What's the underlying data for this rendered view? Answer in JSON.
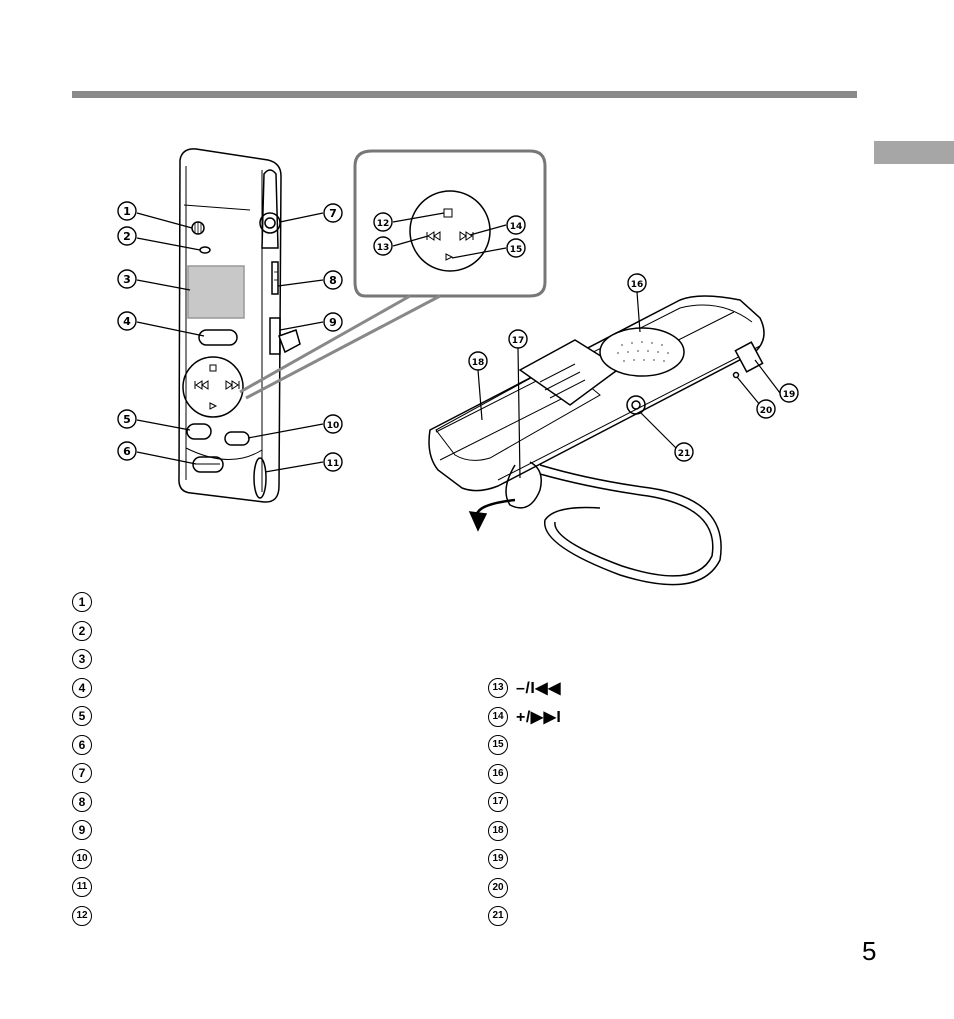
{
  "page": {
    "page_number": "5"
  },
  "callouts": {
    "c1": "1",
    "c2": "2",
    "c3": "3",
    "c4": "4",
    "c5": "5",
    "c6": "6",
    "c7": "7",
    "c8": "8",
    "c9": "9",
    "c10": "10",
    "c11": "11",
    "c12": "12",
    "c13": "13",
    "c14": "14",
    "c15": "15",
    "c16": "16",
    "c17": "17",
    "c18": "18",
    "c19": "19",
    "c20": "20",
    "c21": "21"
  },
  "legend_left": [
    {
      "num": "1",
      "label": ""
    },
    {
      "num": "2",
      "label": ""
    },
    {
      "num": "3",
      "label": ""
    },
    {
      "num": "4",
      "label": ""
    },
    {
      "num": "5",
      "label": ""
    },
    {
      "num": "6",
      "label": ""
    },
    {
      "num": "7",
      "label": ""
    },
    {
      "num": "8",
      "label": ""
    },
    {
      "num": "9",
      "label": ""
    },
    {
      "num": "10",
      "label": ""
    },
    {
      "num": "11",
      "label": ""
    },
    {
      "num": "12",
      "label": ""
    }
  ],
  "legend_right": [
    {
      "num": "13",
      "label": "–/I◀◀"
    },
    {
      "num": "14",
      "label": "+/▶▶I"
    },
    {
      "num": "15",
      "label": ""
    },
    {
      "num": "16",
      "label": ""
    },
    {
      "num": "17",
      "label": ""
    },
    {
      "num": "18",
      "label": ""
    },
    {
      "num": "19",
      "label": ""
    },
    {
      "num": "20",
      "label": ""
    },
    {
      "num": "21",
      "label": ""
    }
  ]
}
